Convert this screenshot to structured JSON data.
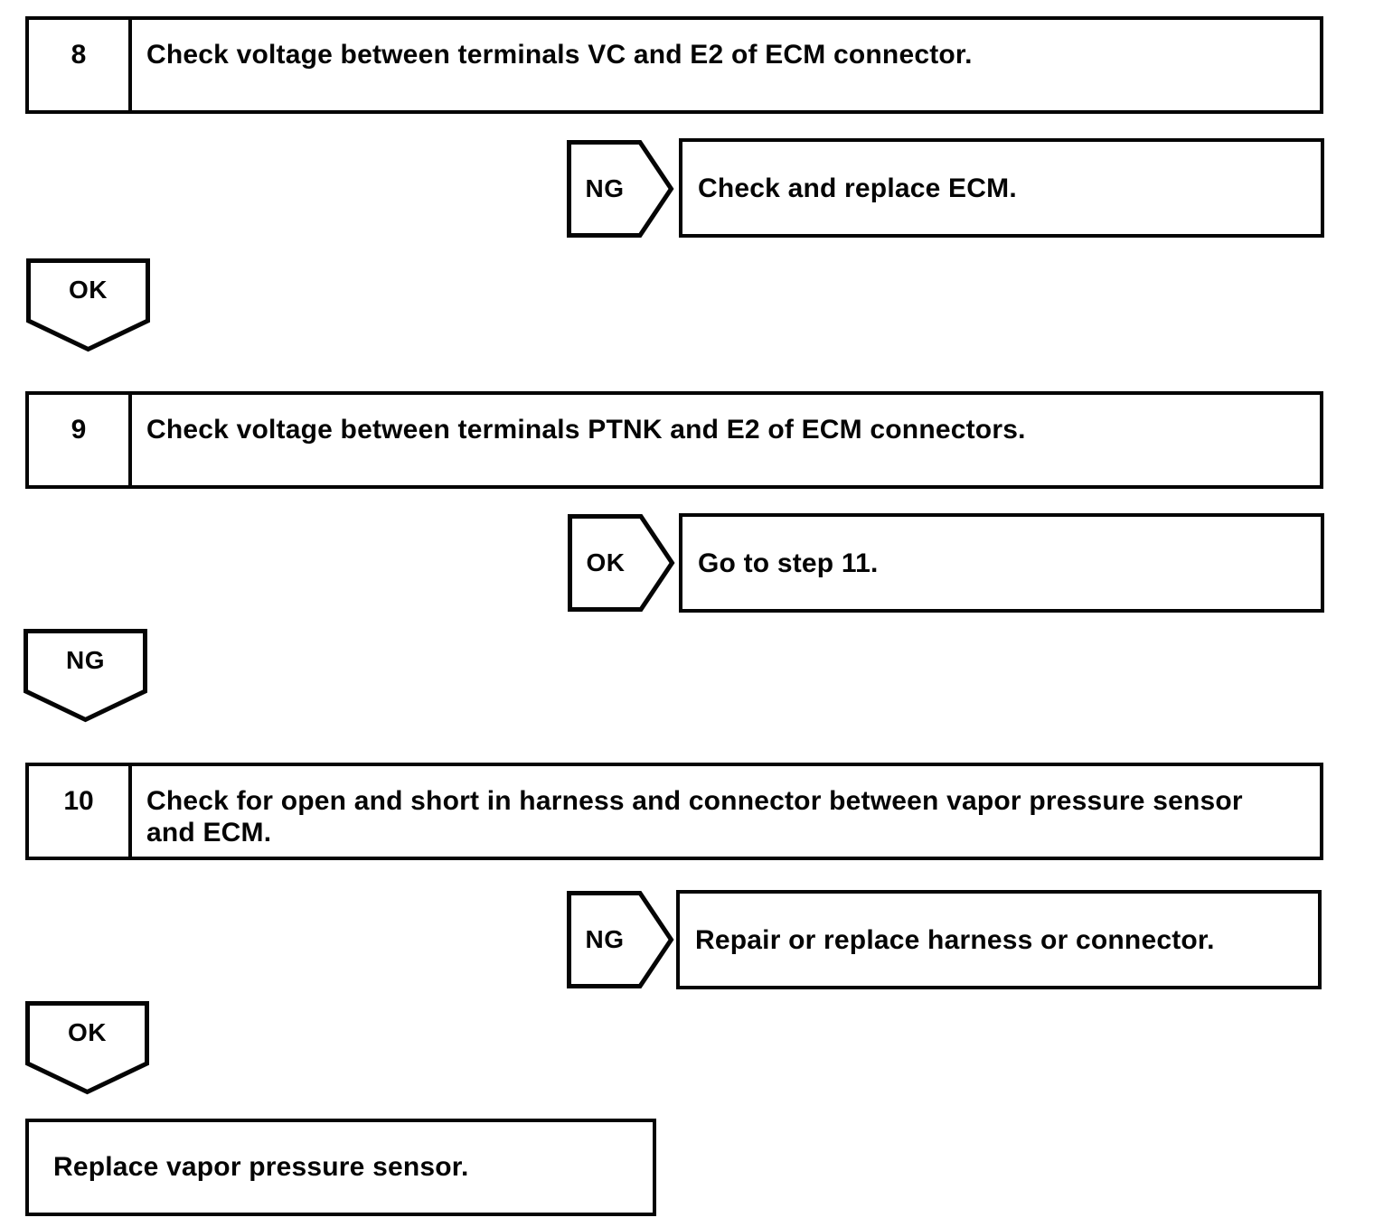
{
  "step8": {
    "number": "8",
    "text": "Check voltage between terminals VC and E2 of ECM connector."
  },
  "branch8": {
    "label": "NG",
    "result": "Check and replace ECM."
  },
  "after8": {
    "label": "OK"
  },
  "step9": {
    "number": "9",
    "text": "Check voltage between terminals PTNK and E2 of ECM connectors."
  },
  "branch9": {
    "label": "OK",
    "result": "Go to step 11."
  },
  "after9": {
    "label": "NG"
  },
  "step10": {
    "number": "10",
    "text": "Check for open and short in harness and connector between vapor pressure sensor and ECM."
  },
  "branch10": {
    "label": "NG",
    "result": "Repair or replace harness or connector."
  },
  "after10": {
    "label": "OK"
  },
  "final": {
    "text": "Replace vapor pressure sensor."
  },
  "colors": {
    "line": "#050505",
    "background": "#ffffff"
  }
}
